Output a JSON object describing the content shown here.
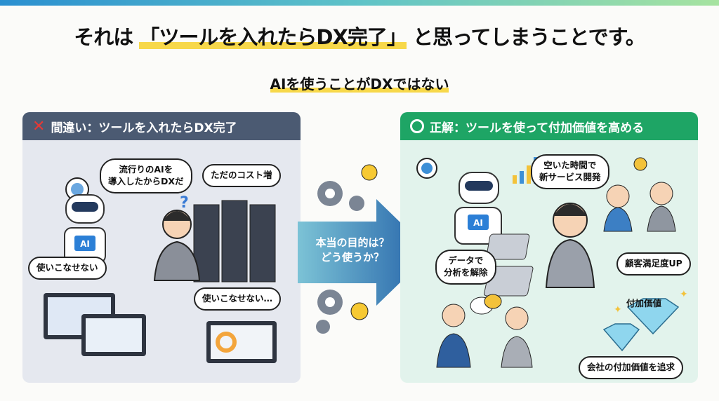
{
  "title": {
    "pre": "それは",
    "highlight": "「ツールを入れたらDX完了」",
    "post": "と思ってしまうことです。"
  },
  "subtitle": "AIを使うことがDXではない",
  "wrong_panel": {
    "header": "間違い：ツールを入れたらDX完了",
    "icon": "cross-icon",
    "bubbles": [
      "流行りのAIを\n導入したからDXだ",
      "ただのコスト増",
      "使いこなせない",
      "使いこなせない…"
    ],
    "robot_label": "AI"
  },
  "arrow": {
    "line1": "本当の目的は？",
    "line2": "どう使うか？"
  },
  "right_panel": {
    "header": "正解：ツールを使って付加価値を高める",
    "icon": "circle-icon",
    "bubbles": [
      "空いた時間で\n新サービス開発",
      "データで\n分析を解除",
      "顧客満足度UP",
      "会社の付加価値を追求"
    ],
    "diamond_label": "付加価値",
    "robot_label": "AI"
  },
  "colors": {
    "wrong_header": "#4b5a72",
    "right_header": "#1ea565",
    "highlight": "#f7d84a",
    "arrow": "#2f7fc0"
  }
}
